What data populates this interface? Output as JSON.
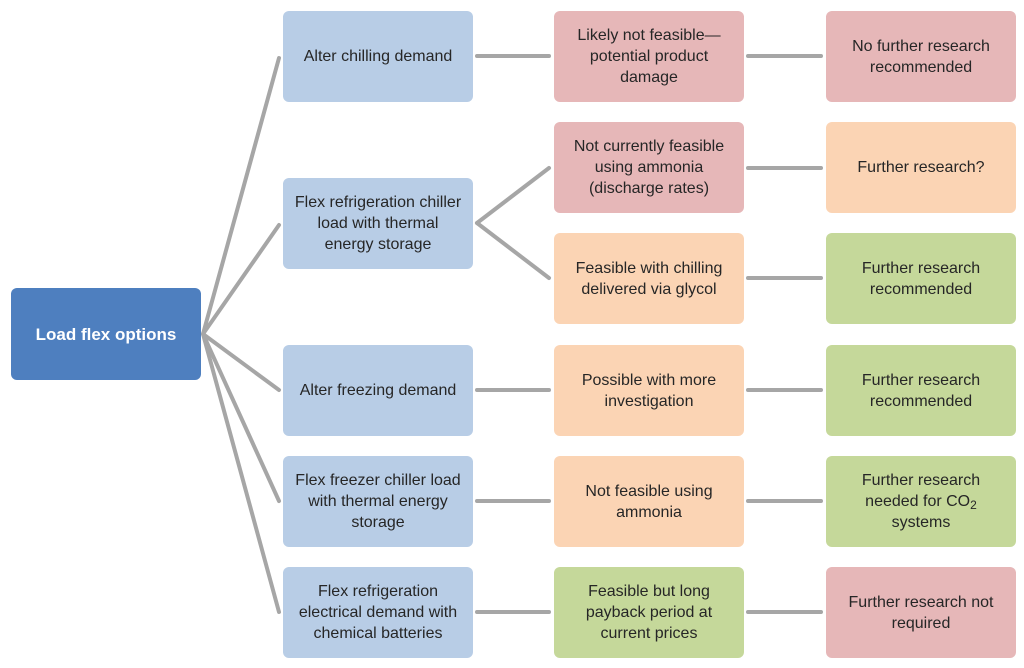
{
  "root": {
    "label": "Load flex options"
  },
  "options": [
    {
      "label": "Alter chilling demand",
      "outcomes": [
        {
          "feasibility": "Likely not feasible—potential product damage",
          "recommendation": "No further research recommended"
        }
      ]
    },
    {
      "label": "Flex refrigeration chiller load with thermal energy storage",
      "outcomes": [
        {
          "feasibility": "Not currently feasible using ammonia (discharge rates)",
          "recommendation": "Further research?"
        },
        {
          "feasibility": "Feasible with chilling delivered via glycol",
          "recommendation": "Further research recommended"
        }
      ]
    },
    {
      "label": "Alter freezing demand",
      "outcomes": [
        {
          "feasibility": "Possible with more investigation",
          "recommendation": "Further research recommended"
        }
      ]
    },
    {
      "label": "Flex freezer chiller load with thermal energy storage",
      "outcomes": [
        {
          "feasibility": "Not feasible using ammonia",
          "recommendation_pre": "Further research needed for CO",
          "recommendation_sub": "2",
          "recommendation_post": "systems"
        }
      ]
    },
    {
      "label": "Flex refrigeration electrical demand with chemical batteries",
      "outcomes": [
        {
          "feasibility": "Feasible but long payback period at current prices",
          "recommendation": "Further research not required"
        }
      ]
    }
  ],
  "colors": {
    "root": "#4e7fbf",
    "option": "#b8cde6",
    "not_feasible": "#e6b7b8",
    "uncertain": "#fbd4b4",
    "feasible": "#c5d89a",
    "connector": "#a6a6a6"
  }
}
